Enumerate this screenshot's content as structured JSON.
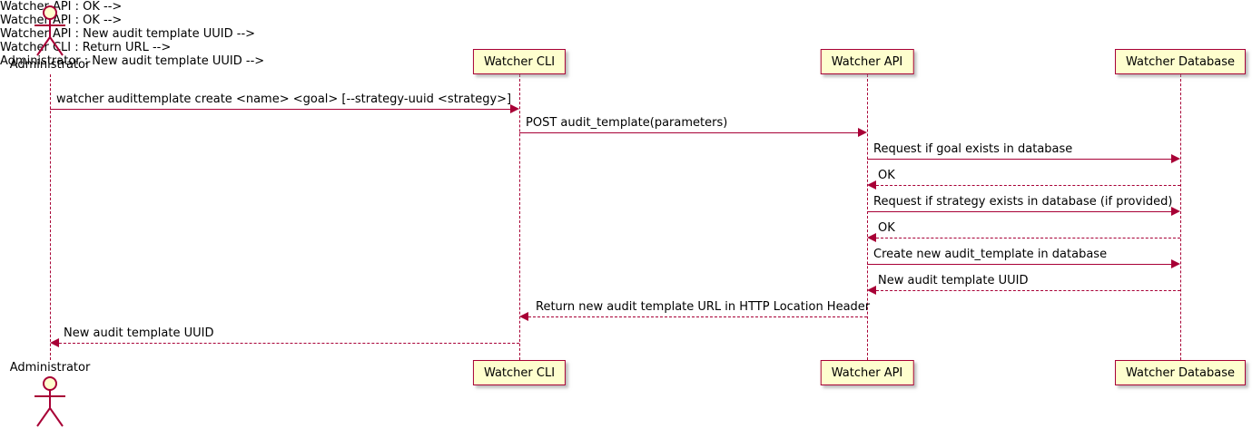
{
  "diagram": {
    "type": "sequence",
    "colors": {
      "box_fill": "#FEFECE",
      "line_and_border": "#A80036",
      "text": "#000000",
      "background": "#FFFFFF"
    },
    "participants": [
      {
        "name": "Administrator",
        "kind": "actor"
      },
      {
        "name": "Watcher CLI",
        "kind": "participant"
      },
      {
        "name": "Watcher API",
        "kind": "participant"
      },
      {
        "name": "Watcher Database",
        "kind": "participant"
      }
    ],
    "messages": [
      {
        "from": "Administrator",
        "to": "Watcher CLI",
        "style": "solid",
        "label": "watcher audittemplate create <name> <goal> [--strategy-uuid <strategy>]"
      },
      {
        "from": "Watcher CLI",
        "to": "Watcher API",
        "style": "solid",
        "label": "POST audit_template(parameters)"
      },
      {
        "from": "Watcher API",
        "to": "Watcher Database",
        "style": "solid",
        "label": "Request if goal exists in database"
      },
      {
        "from": "Watcher Database",
        "to": "Watcher API",
        "style": "dashed",
        "label": "OK"
      },
      {
        "from": "Watcher API",
        "to": "Watcher Database",
        "style": "solid",
        "label": "Request if strategy exists in database (if provided)"
      },
      {
        "from": "Watcher Database",
        "to": "Watcher API",
        "style": "dashed",
        "label": "OK"
      },
      {
        "from": "Watcher API",
        "to": "Watcher Database",
        "style": "solid",
        "label": "Create new audit_template in database"
      },
      {
        "from": "Watcher Database",
        "to": "Watcher API",
        "style": "dashed",
        "label": "New audit template UUID"
      },
      {
        "from": "Watcher API",
        "to": "Watcher CLI",
        "style": "dashed",
        "label": "Return new audit template URL in HTTP Location Header"
      },
      {
        "from": "Watcher CLI",
        "to": "Administrator",
        "style": "dashed",
        "label": "New audit template UUID"
      }
    ]
  }
}
